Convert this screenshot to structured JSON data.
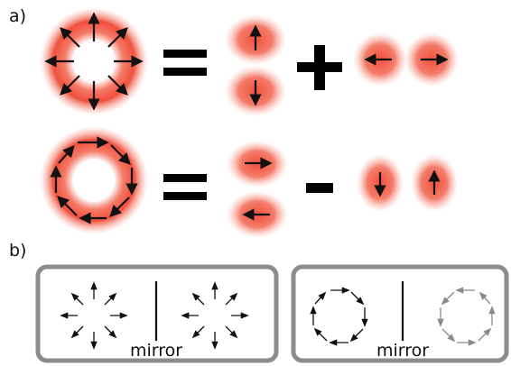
{
  "panels": {
    "a": {
      "label": "a)"
    },
    "b": {
      "label": "b)"
    }
  },
  "boxes": [
    {
      "caption": "mirror"
    },
    {
      "caption": "mirror"
    }
  ],
  "colors": {
    "glow": "#f0503c",
    "arrow": "#111111",
    "arrow_faded": "#8a8a8a",
    "box_border": "#8c8c8c"
  }
}
